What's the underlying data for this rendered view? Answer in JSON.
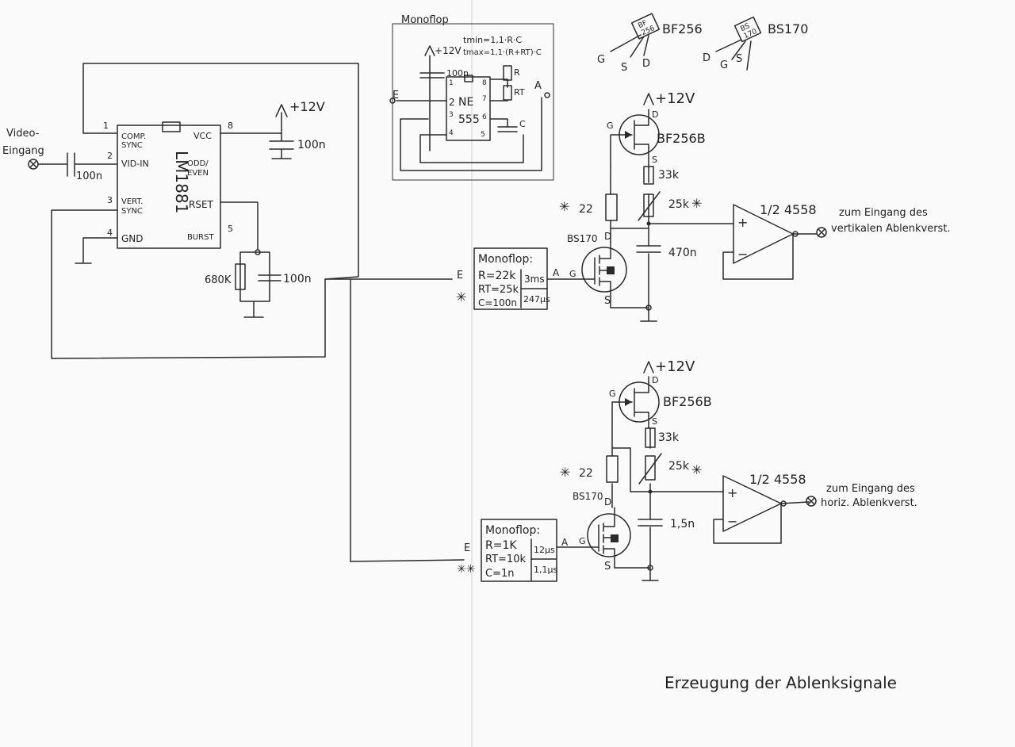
{
  "title": "Erzeugung der Ablenksignale",
  "supply": "+12V",
  "input": {
    "label_line1": "Video-",
    "label_line2": "Eingang",
    "cap": "100n"
  },
  "ic1": {
    "name": "LM1881",
    "pins": {
      "p1": "1",
      "p2": "2",
      "p3": "3",
      "p4": "4",
      "p5": "5",
      "p8": "8",
      "comp_sync_1": "COMP.",
      "comp_sync_2": "SYNC",
      "vid_in": "VID-IN",
      "vert_sync_1": "VERT.",
      "vert_sync_2": "SYNC",
      "gnd": "GND",
      "vcc": "VCC",
      "odd_even_1": "ODD/",
      "odd_even_2": "EVEN",
      "rset": "RSET",
      "burst": "BURST"
    },
    "decoupling_cap": "100n",
    "rset_resistor": "680K",
    "rset_cap": "100n"
  },
  "monoflop_detail": {
    "title": "Monoflop",
    "formula_min": "tmin=1,1·R·C",
    "formula_max": "tmax=1,1·(R+RT)·C",
    "cap": "100n",
    "ic_top": "NE",
    "ic_bottom": "555",
    "pin_1": "1",
    "pin_8": "8",
    "pin_2": "2",
    "pin_7": "7",
    "pin_3": "3",
    "pin_6": "6",
    "pin_4": "4",
    "pin_5": "5",
    "r_label": "R",
    "rt_label": "RT",
    "c_label": "C",
    "in_label": "E",
    "out_label": "A"
  },
  "pinouts": {
    "bf256": "BF256",
    "bs170": "BS170",
    "g": "G",
    "s": "S",
    "d": "D",
    "bf_mark_1": "BF",
    "bf_mark_2": "256",
    "bs_mark_1": "BS",
    "bs_mark_2": "170"
  },
  "vertical": {
    "monoflop_title": "Monoflop:",
    "r": "R=22k",
    "rt": "RT=25k",
    "c": "C=100n",
    "t1": "3ms",
    "t2": "247µs",
    "in_label": "E",
    "out_label": "A",
    "mosfet": "BS170",
    "jfet": "BF256B",
    "g": "G",
    "d": "D",
    "s": "S",
    "r_gate": "22",
    "r_source": "33k",
    "pot": "25k",
    "cap": "470n",
    "opamp": "1/2 4558",
    "plus": "+",
    "minus": "−",
    "output_1": "zum Eingang des",
    "output_2": "vertikalen Ablenkverst.",
    "star": "✳"
  },
  "horizontal": {
    "monoflop_title": "Monoflop:",
    "r": "R=1K",
    "rt": "RT=10k",
    "c": "C=1n",
    "t1": "12µs",
    "t2": "1,1µs",
    "in_label": "E",
    "out_label": "A",
    "mosfet": "BS170",
    "jfet": "BF256B",
    "g": "G",
    "d": "D",
    "s": "S",
    "r_gate": "22",
    "r_source": "33k",
    "pot": "25k",
    "cap": "1,5n",
    "opamp": "1/2 4558",
    "plus": "+",
    "minus": "−",
    "output_1": "zum Eingang des",
    "output_2": "horiz. Ablenkverst.",
    "star": "✳",
    "stars": "✳✳"
  }
}
